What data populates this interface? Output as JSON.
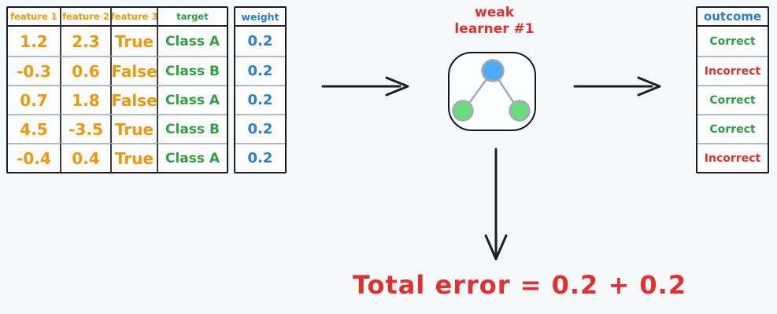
{
  "colors": {
    "orange": "#f0980b",
    "green": "#2f9e44",
    "blue": "#2b7cd3",
    "red": "#e03131",
    "arrow": "#1e1e1e",
    "tree_node_blue": "#4dabf7",
    "tree_node_green": "#69db7c",
    "tree_edge_gray": "#a3aab0"
  },
  "main_table": {
    "headers": [
      "feature 1",
      "feature 2",
      "feature 3",
      "target"
    ],
    "rows": [
      [
        "1.2",
        "2.3",
        "True",
        "Class A"
      ],
      [
        "-0.3",
        "0.6",
        "False",
        "Class B"
      ],
      [
        "0.7",
        "1.8",
        "False",
        "Class A"
      ],
      [
        "4.5",
        "-3.5",
        "True",
        "Class B"
      ],
      [
        "-0.4",
        "0.4",
        "True",
        "Class A"
      ]
    ]
  },
  "weight_table": {
    "header": "weight",
    "values": [
      "0.2",
      "0.2",
      "0.2",
      "0.2",
      "0.2"
    ]
  },
  "weak_learner": {
    "label_line1": "weak",
    "label_line2": "learner #1"
  },
  "outcome_table": {
    "header": "outcome",
    "values": [
      {
        "label": "Correct",
        "status": "correct"
      },
      {
        "label": "Incorrect",
        "status": "incorrect"
      },
      {
        "label": "Correct",
        "status": "correct"
      },
      {
        "label": "Correct",
        "status": "correct"
      },
      {
        "label": "Incorrect",
        "status": "incorrect"
      }
    ]
  },
  "total_error": {
    "label": "Total error = 0.2 + 0.2"
  }
}
